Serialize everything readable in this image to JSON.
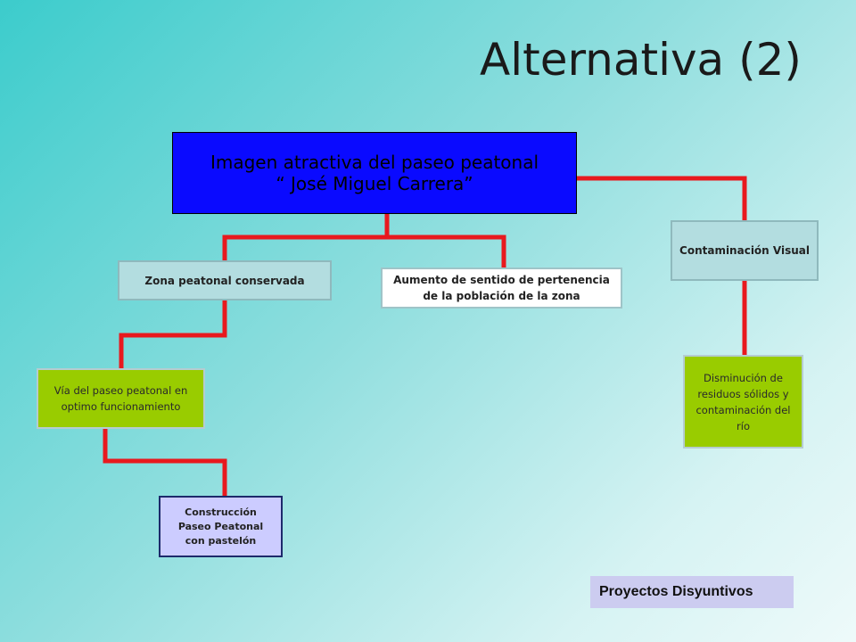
{
  "slide": {
    "title": "Alternativa (2)",
    "footer_label": "Proyectos Disyuntivos"
  },
  "nodes": {
    "root": {
      "line1": "Imagen atractiva del paseo peatonal",
      "line2": "“ José Miguel  Carrera”"
    },
    "zona": "Zona peatonal conservada",
    "aumento": "Aumento de sentido  de pertenencia de la población de la zona",
    "contaminacion": "Contaminación Visual",
    "via": "Vía del paseo peatonal  en optimo funcionamiento",
    "construccion": "Construcción  Paseo Peatonal con pastelón",
    "disminucion": "Disminución de residuos sólidos  y contaminación del río"
  },
  "colors": {
    "connector": "#e8191e",
    "root_fill": "#0a0aff",
    "green_fill": "#99cc00",
    "lilac_fill": "#ccccff"
  }
}
